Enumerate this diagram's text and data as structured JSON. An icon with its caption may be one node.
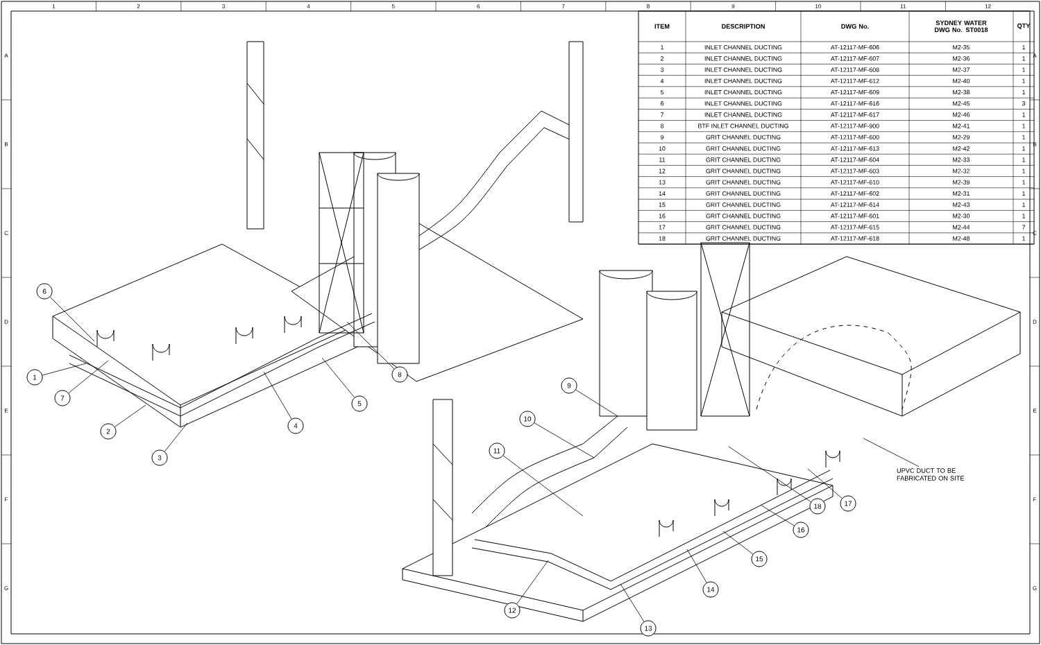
{
  "diagram": {
    "nodes": [
      {
        "text": [
          "1"
        ]
      },
      {
        "text": [
          "2"
        ]
      },
      {
        "text": [
          "3"
        ]
      },
      {
        "text": [
          "4"
        ]
      },
      {
        "text": [
          "5"
        ]
      },
      {
        "text": [
          "6"
        ]
      },
      {
        "text": [
          "7"
        ]
      },
      {
        "text": [
          "8"
        ]
      },
      {
        "text": [
          "9"
        ]
      },
      {
        "text": [
          "10"
        ]
      },
      {
        "text": [
          "11"
        ]
      },
      {
        "text": [
          "12"
        ]
      },
      {
        "text": [
          "13"
        ]
      },
      {
        "text": [
          "14"
        ]
      },
      {
        "text": [
          "15"
        ]
      },
      {
        "text": [
          "16"
        ]
      },
      {
        "text": [
          "17"
        ]
      },
      {
        "text": [
          "18"
        ]
      },
      {
        "text": [
          "UPVC DUCT TO BE FABRICATED ON SITE"
        ]
      }
    ],
    "edges": [
      {
        "from": 0,
        "to": null,
        "arrow": "none"
      },
      {
        "from": 1,
        "to": null,
        "arrow": "none"
      },
      {
        "from": 2,
        "to": null,
        "arrow": "none"
      },
      {
        "from": 3,
        "to": null,
        "arrow": "none"
      },
      {
        "from": 4,
        "to": null,
        "arrow": "none"
      },
      {
        "from": 5,
        "to": null,
        "arrow": "none"
      },
      {
        "from": 6,
        "to": null,
        "arrow": "none"
      },
      {
        "from": 7,
        "to": null,
        "arrow": "none"
      },
      {
        "from": 8,
        "to": null,
        "arrow": "none"
      },
      {
        "from": 9,
        "to": null,
        "arrow": "none"
      },
      {
        "from": 10,
        "to": null,
        "arrow": "none"
      },
      {
        "from": 11,
        "to": null,
        "arrow": "none"
      },
      {
        "from": 12,
        "to": null,
        "arrow": "none"
      },
      {
        "from": 13,
        "to": null,
        "arrow": "none"
      },
      {
        "from": 14,
        "to": null,
        "arrow": "none"
      },
      {
        "from": 15,
        "to": null,
        "arrow": "none"
      },
      {
        "from": 16,
        "to": null,
        "arrow": "none"
      },
      {
        "from": 17,
        "to": null,
        "arrow": "none"
      },
      {
        "from": 18,
        "to": null,
        "arrow": "none"
      }
    ],
    "labels": [
      "1",
      "2",
      "3",
      "4",
      "5",
      "6",
      "7",
      "8",
      "9",
      "10",
      "11",
      "12",
      "ITEM",
      "DESCRIPTION",
      "DWG No.",
      "SYDNEY WATER DWG No. ST0018",
      "QTY",
      "1",
      "INLET CHANNEL DUCTING",
      "AT-12117-MF-606",
      "M2-35",
      "1",
      "2",
      "INLET CHANNEL DUCTING",
      "AT-12117-MF-607",
      "M2-36",
      "1",
      "3",
      "INLET CHANNEL DUCTING",
      "AT-12117-MF-608",
      "M2-37",
      "1",
      "4",
      "INLET CHANNEL DUCTING",
      "AT-12117-MF-612",
      "M2-40",
      "1",
      "5",
      "INLET CHANNEL DUCTING",
      "AT-12117-MF-609",
      "M2-38",
      "1",
      "6",
      "INLET CHANNEL DUCTING",
      "AT-12117-MF-616",
      "M2-45",
      "3",
      "7",
      "INLET CHANNEL DUCTING",
      "AT-12117-MF-617",
      "M2-46",
      "1",
      "8",
      "BTF INLET CHANNEL DUCTING",
      "AT-12117-MF-900",
      "M2-41",
      "1",
      "9",
      "GRIT CHANNEL DUCTING",
      "AT-12117-MF-600",
      "M2-29",
      "1",
      "10",
      "GRIT CHANNEL DUCTING",
      "AT-12117-MF-613",
      "M2-42",
      "1",
      "11",
      "GRIT CHANNEL DUCTING",
      "AT-12117-MF-604",
      "M2-33",
      "1",
      "12",
      "GRIT CHANNEL DUCTING",
      "AT-12117-MF-603",
      "M2-32",
      "1",
      "13",
      "GRIT CHANNEL DUCTING",
      "AT-12117-MF-610",
      "M2-39",
      "1",
      "14",
      "GRIT CHANNEL DUCTING",
      "AT-12117-MF-602",
      "M2-31",
      "1",
      "15",
      "GRIT CHANNEL DUCTING",
      "AT-12117-MF-614",
      "M2-43",
      "1",
      "16",
      "GRIT CHANNEL DUCTING",
      "AT-12117-MF-601",
      "M2-30",
      "1",
      "17",
      "GRIT CHANNEL DUCTING",
      "AT-12117-MF-615",
      "M2-44",
      "7",
      "18",
      "GRIT CHANNEL DUCTING",
      "AT-12117-MF-618",
      "M2-48",
      "1",
      "A",
      "B",
      "C",
      "D",
      "E",
      "F",
      "G",
      "A",
      "B",
      "C",
      "D",
      "E",
      "F",
      "G"
    ]
  }
}
